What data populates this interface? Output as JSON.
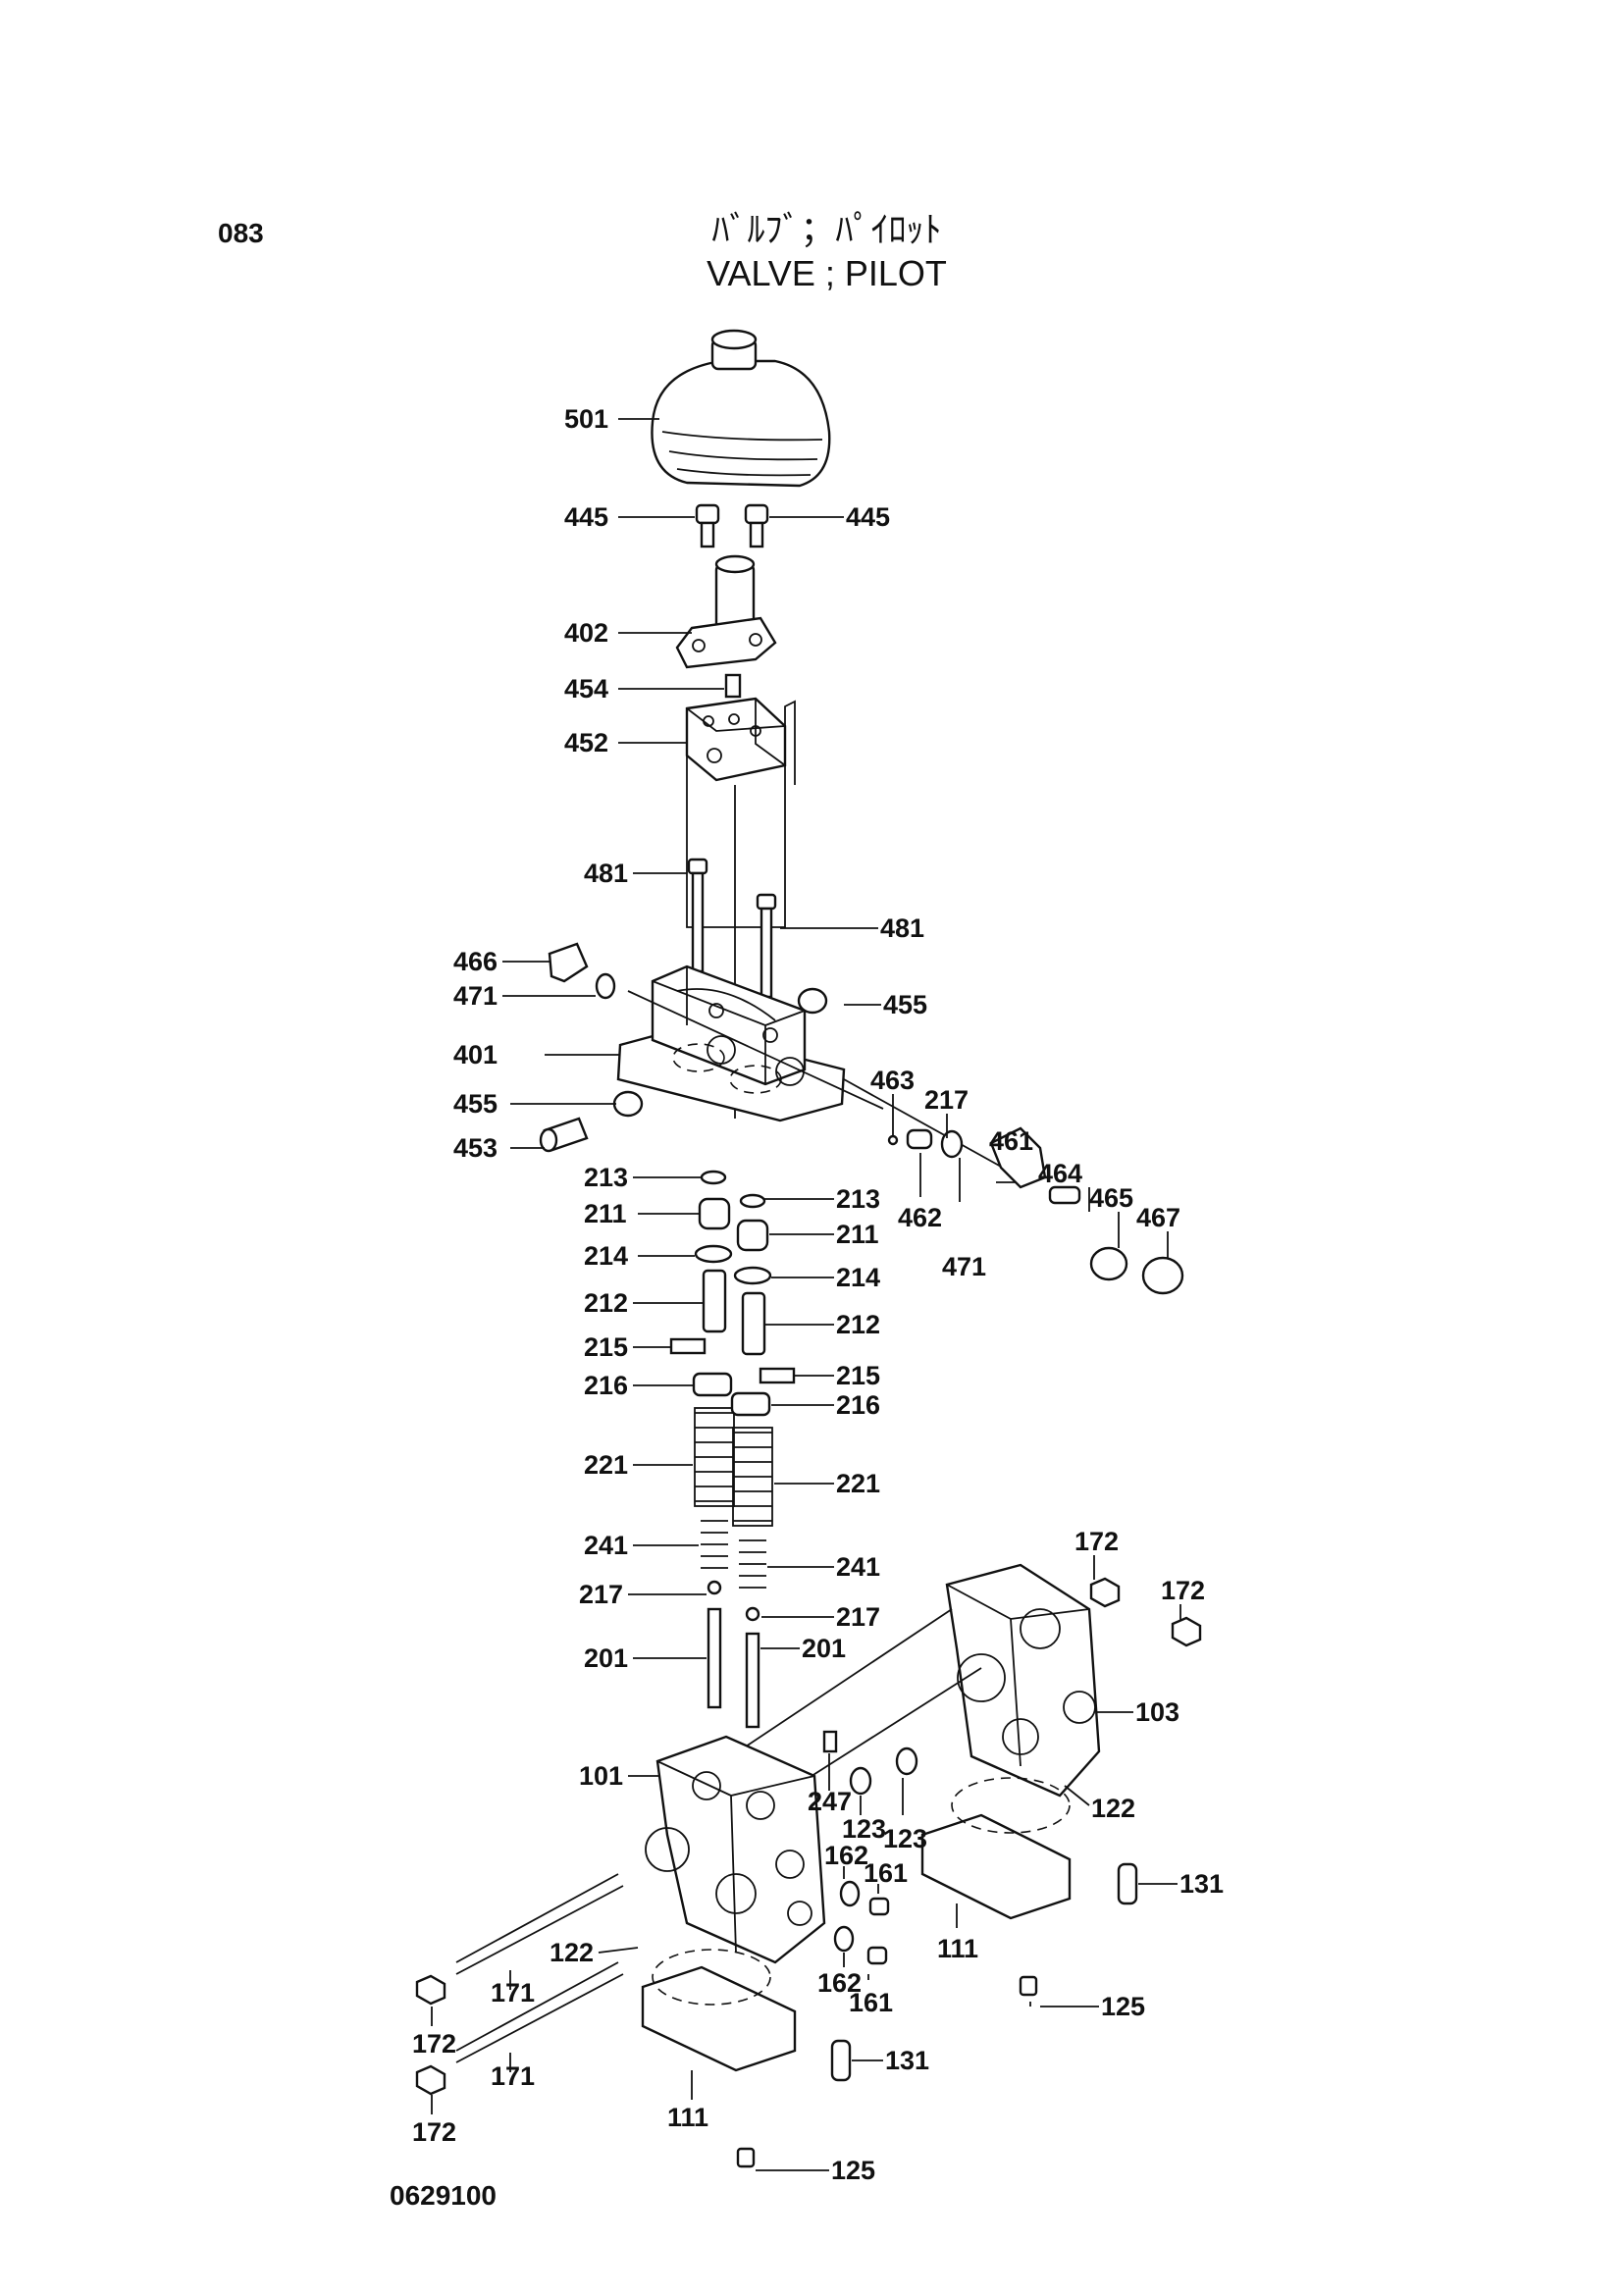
{
  "header": {
    "page_number": "083",
    "title_jp": "ﾊﾞﾙﾌﾞ；ﾊﾟｲﾛｯﾄ",
    "title_en": "VALVE ; PILOT"
  },
  "footer": {
    "drawing_number": "0629100"
  },
  "callouts": [
    {
      "id": "c501",
      "text": "501"
    },
    {
      "id": "c445a",
      "text": "445"
    },
    {
      "id": "c445b",
      "text": "445"
    },
    {
      "id": "c402",
      "text": "402"
    },
    {
      "id": "c454",
      "text": "454"
    },
    {
      "id": "c452",
      "text": "452"
    },
    {
      "id": "c481a",
      "text": "481"
    },
    {
      "id": "c481b",
      "text": "481"
    },
    {
      "id": "c466",
      "text": "466"
    },
    {
      "id": "c471a",
      "text": "471"
    },
    {
      "id": "c455a",
      "text": "455"
    },
    {
      "id": "c401",
      "text": "401"
    },
    {
      "id": "c455b",
      "text": "455"
    },
    {
      "id": "c453",
      "text": "453"
    },
    {
      "id": "c463",
      "text": "463"
    },
    {
      "id": "c217a",
      "text": "217"
    },
    {
      "id": "c461",
      "text": "461"
    },
    {
      "id": "c464",
      "text": "464"
    },
    {
      "id": "c465",
      "text": "465"
    },
    {
      "id": "c467",
      "text": "467"
    },
    {
      "id": "c462",
      "text": "462"
    },
    {
      "id": "c471b",
      "text": "471"
    },
    {
      "id": "c213a",
      "text": "213"
    },
    {
      "id": "c213b",
      "text": "213"
    },
    {
      "id": "c211a",
      "text": "211"
    },
    {
      "id": "c211b",
      "text": "211"
    },
    {
      "id": "c214a",
      "text": "214"
    },
    {
      "id": "c214b",
      "text": "214"
    },
    {
      "id": "c212a",
      "text": "212"
    },
    {
      "id": "c212b",
      "text": "212"
    },
    {
      "id": "c215a",
      "text": "215"
    },
    {
      "id": "c215b",
      "text": "215"
    },
    {
      "id": "c216a",
      "text": "216"
    },
    {
      "id": "c216b",
      "text": "216"
    },
    {
      "id": "c221a",
      "text": "221"
    },
    {
      "id": "c221b",
      "text": "221"
    },
    {
      "id": "c241a",
      "text": "241"
    },
    {
      "id": "c241b",
      "text": "241"
    },
    {
      "id": "c217b",
      "text": "217"
    },
    {
      "id": "c217c",
      "text": "217"
    },
    {
      "id": "c201a",
      "text": "201"
    },
    {
      "id": "c201b",
      "text": "201"
    },
    {
      "id": "c172a",
      "text": "172"
    },
    {
      "id": "c172b",
      "text": "172"
    },
    {
      "id": "c103",
      "text": "103"
    },
    {
      "id": "c101",
      "text": "101"
    },
    {
      "id": "c247",
      "text": "247"
    },
    {
      "id": "c123a",
      "text": "123"
    },
    {
      "id": "c123b",
      "text": "123"
    },
    {
      "id": "c122a",
      "text": "122"
    },
    {
      "id": "c162a",
      "text": "162"
    },
    {
      "id": "c161a",
      "text": "161"
    },
    {
      "id": "c131a",
      "text": "131"
    },
    {
      "id": "c111a",
      "text": "111"
    },
    {
      "id": "c122b",
      "text": "122"
    },
    {
      "id": "c171a",
      "text": "171"
    },
    {
      "id": "c162b",
      "text": "162"
    },
    {
      "id": "c161b",
      "text": "161"
    },
    {
      "id": "c125a",
      "text": "125"
    },
    {
      "id": "c172c",
      "text": "172"
    },
    {
      "id": "c171b",
      "text": "171"
    },
    {
      "id": "c131b",
      "text": "131"
    },
    {
      "id": "c172d",
      "text": "172"
    },
    {
      "id": "c111b",
      "text": "111"
    },
    {
      "id": "c125b",
      "text": "125"
    }
  ]
}
